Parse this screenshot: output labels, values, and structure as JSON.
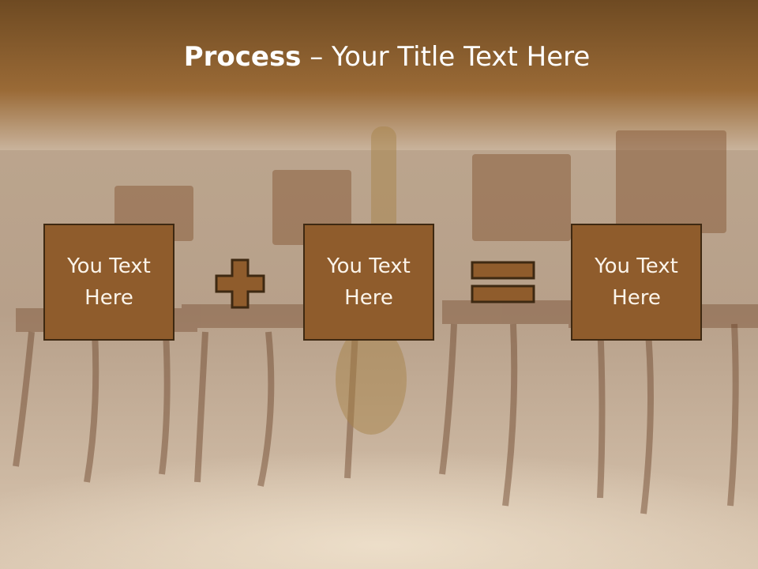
{
  "title": {
    "bold": "Process",
    "rest": " – Your Title Text Here"
  },
  "boxes": [
    {
      "label": "You Text\nHere"
    },
    {
      "label": "You Text\nHere"
    },
    {
      "label": "You Text\nHere"
    }
  ],
  "operators": [
    "plus-icon",
    "equals-icon"
  ],
  "colors": {
    "box_fill": "#8f5c2c",
    "box_border": "#3e2912",
    "operator_fill": "#8f5c2c",
    "header_brown": "#8a5a28",
    "title_text": "#ffffff"
  },
  "background": "concert-stage-chairs-instruments-image"
}
